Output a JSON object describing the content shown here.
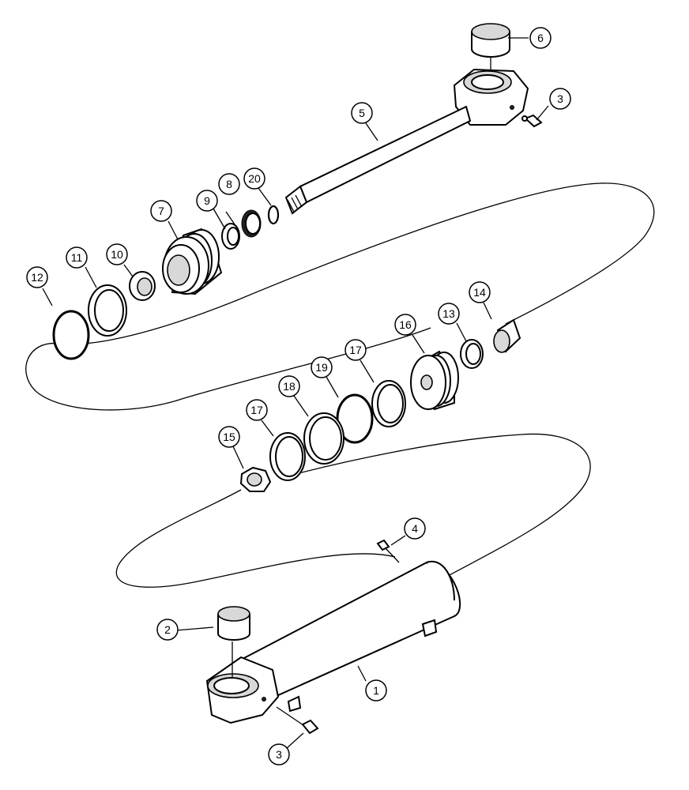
{
  "diagram": {
    "callouts": [
      {
        "id": "c1",
        "label": "1"
      },
      {
        "id": "c2",
        "label": "2"
      },
      {
        "id": "c3a",
        "label": "3"
      },
      {
        "id": "c3b",
        "label": "3"
      },
      {
        "id": "c4",
        "label": "4"
      },
      {
        "id": "c5",
        "label": "5"
      },
      {
        "id": "c6",
        "label": "6"
      },
      {
        "id": "c7",
        "label": "7"
      },
      {
        "id": "c8",
        "label": "8"
      },
      {
        "id": "c9",
        "label": "9"
      },
      {
        "id": "c10",
        "label": "10"
      },
      {
        "id": "c11",
        "label": "11"
      },
      {
        "id": "c12",
        "label": "12"
      },
      {
        "id": "c13",
        "label": "13"
      },
      {
        "id": "c14",
        "label": "14"
      },
      {
        "id": "c15",
        "label": "15"
      },
      {
        "id": "c16",
        "label": "16"
      },
      {
        "id": "c17a",
        "label": "17"
      },
      {
        "id": "c17b",
        "label": "17"
      },
      {
        "id": "c18",
        "label": "18"
      },
      {
        "id": "c19",
        "label": "19"
      },
      {
        "id": "c20",
        "label": "20"
      }
    ]
  }
}
